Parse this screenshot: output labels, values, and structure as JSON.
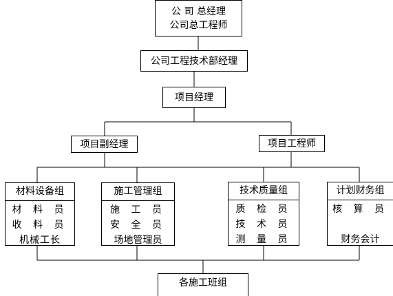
{
  "chart": {
    "root": {
      "line1": "公 司 总经理",
      "line2": "公司总工程师"
    },
    "tech_dept": "公司工程技术部经理",
    "project_manager": "项目经理",
    "deputy_manager": "项目副经理",
    "project_engineer": "项目工程师",
    "groups": [
      {
        "title": "材料设备组",
        "members": [
          "材 料 员",
          "收 料 员",
          "机械工长"
        ]
      },
      {
        "title": "施工管理组",
        "members": [
          "施 工 员",
          "安 全 员",
          "场地管理员"
        ]
      },
      {
        "title": "技术质量组",
        "members": [
          "质 检 员",
          "技 术 员",
          "测 量 员"
        ]
      },
      {
        "title": "计划财务组",
        "members": [
          "核 算 员",
          "",
          "财务会计"
        ]
      }
    ],
    "teams": "各施工班组"
  }
}
